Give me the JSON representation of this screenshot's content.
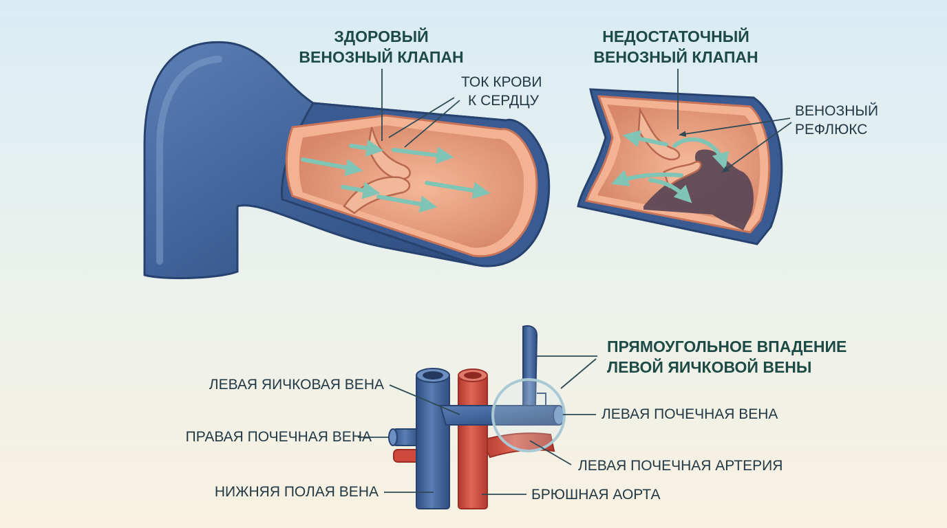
{
  "headings": {
    "healthy_valve": [
      "ЗДОРОВЫЙ",
      "ВЕНОЗНЫЙ КЛАПАН"
    ],
    "insufficient_valve": [
      "НЕДОСТАТОЧНЫЙ",
      "ВЕНОЗНЫЙ КЛАПАН"
    ],
    "right_angle_entry": [
      "ПРЯМОУГОЛЬНОЕ ВПАДЕНИЕ",
      "ЛЕВОЙ ЯИЧКОВОЙ ВЕНЫ"
    ]
  },
  "labels": {
    "blood_flow": [
      "ТОК КРОВИ",
      "К СЕРДЦУ"
    ],
    "venous_reflux": [
      "ВЕНОЗНЫЙ",
      "РЕФЛЮКС"
    ],
    "left_testicular_vein": "ЛЕВАЯ ЯИЧКОВАЯ ВЕНА",
    "right_renal_vein": "ПРАВАЯ ПОЧЕЧНАЯ ВЕНА",
    "inferior_vena_cava": "НИЖНЯЯ ПОЛАЯ ВЕНА",
    "left_renal_vein": "ЛЕВАЯ ПОЧЕЧНАЯ ВЕНА",
    "left_renal_artery": "ЛЕВАЯ ПОЧЕЧНАЯ АРТЕРИЯ",
    "abdominal_aorta": "БРЮШНАЯ АОРТА"
  },
  "colors": {
    "vein": "#3c5f95",
    "vein_dark": "#2a4574",
    "artery": "#cf4a3c",
    "vessel_inner": "#eea585",
    "flow_arrow": "#7fc4b4",
    "pooled_blood": "#5a4555",
    "heading_text": "#1d4a44",
    "label_text": "#223844"
  }
}
